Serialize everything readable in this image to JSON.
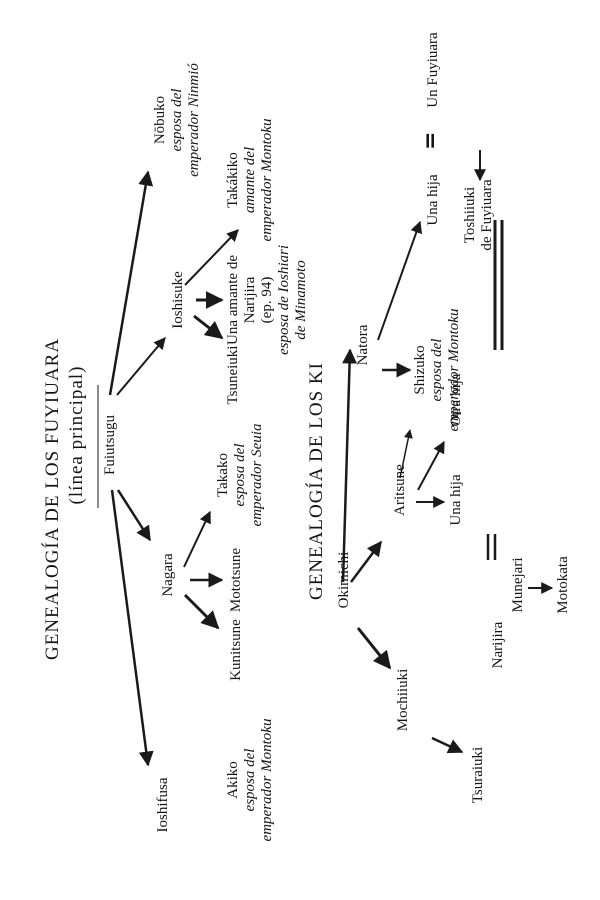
{
  "fuyiuara": {
    "title": "GENEALOGÍA DE LOS FUYIUARA",
    "subtitle": "(línea principal)",
    "fuiutsugu": "Fuiutsugu",
    "nagara": "Nagara",
    "ioshisuke": "Ioshisuke",
    "ioshifusa": "Ioshifusa",
    "nobuko": {
      "name": "Nōbuko",
      "note1": "esposa del",
      "note2": "emperador Ninmió"
    },
    "takakiko": {
      "name": "Takákiko",
      "note1": "amante del",
      "note2": "emperador Montoku"
    },
    "tsuneiuki": "Tsuneiuki",
    "amante": {
      "line1": "Una amante de",
      "line2": "Narijira",
      "line3": "(ep. 94)",
      "note1": "esposa de Ioshiari",
      "note2": "de Minamoto"
    },
    "takako": {
      "name": "Takako",
      "note1": "esposa del",
      "note2": "emperador Seuia"
    },
    "mototsune": "Mototsune",
    "kunitsune": "Kunitsune",
    "akiko": {
      "name": "Akiko",
      "note1": "esposa del",
      "note2": "emperador Montoku"
    }
  },
  "ki": {
    "title": "GENEALOGÍA DE LOS KI",
    "natora": "Natora",
    "aritsune": "Aritsune",
    "okimichi": "Okimichi",
    "mochiiuki": "Mochiiuki",
    "tsuraiuki": "Tsuraiuki",
    "una_hija_top": "Una hija",
    "un_fuyiuara": "Un Fuyiuara",
    "toshiiuki": {
      "line1": "Toshiiuki",
      "line2": "de Fuyiuara"
    },
    "shizuko": {
      "name": "Shizuko",
      "note1": "esposa del",
      "note2": "emperador Montoku"
    },
    "otra_hija": "Otra hija",
    "una_hija": "Una hija",
    "munejari": "Munejari",
    "motokata": "Motokata",
    "narijira": "Narijira"
  },
  "glyphs": {
    "equals": "="
  }
}
